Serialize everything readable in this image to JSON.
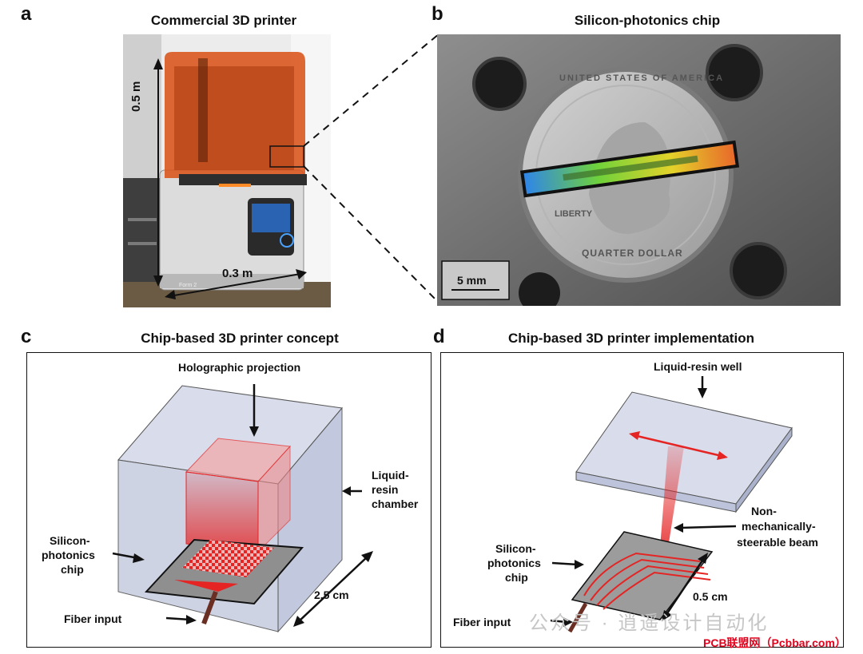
{
  "panels": {
    "a": {
      "letter": "a",
      "title": "Commercial 3D printer",
      "height_label": "0.5 m",
      "width_label": "0.3 m",
      "photo_label": "Form 2"
    },
    "b": {
      "letter": "b",
      "title": "Silicon-photonics chip",
      "scale_label": "5 mm",
      "coin_top": "UNITED STATES OF AMERICA",
      "coin_liberty": "LIBERTY",
      "coin_bottom": "QUARTER DOLLAR"
    },
    "c": {
      "letter": "c",
      "title": "Chip-based 3D printer concept",
      "holographic": "Holographic projection",
      "chamber_l1": "Liquid-",
      "chamber_l2": "resin",
      "chamber_l3": "chamber",
      "chip_l1": "Silicon-",
      "chip_l2": "photonics",
      "chip_l3": "chip",
      "fiber": "Fiber input",
      "dim": "2.5 cm"
    },
    "d": {
      "letter": "d",
      "title": "Chip-based 3D printer implementation",
      "well": "Liquid-resin well",
      "beam_l1": "Non-",
      "beam_l2": "mechanically-",
      "beam_l3": "steerable beam",
      "chip_l1": "Silicon-",
      "chip_l2": "photonics",
      "chip_l3": "chip",
      "fiber": "Fiber input",
      "dim": "0.5 cm"
    }
  },
  "watermark": {
    "wechat": "公众号 · 逍遥设计自动化",
    "site": "PCB联盟网（Pcbbar.com）"
  },
  "colors": {
    "laser_red": "#e52424",
    "resin_orange": "#d9531a",
    "chamber_blue": "#cdd3e6",
    "chip_gray": "#8f8f8f"
  }
}
